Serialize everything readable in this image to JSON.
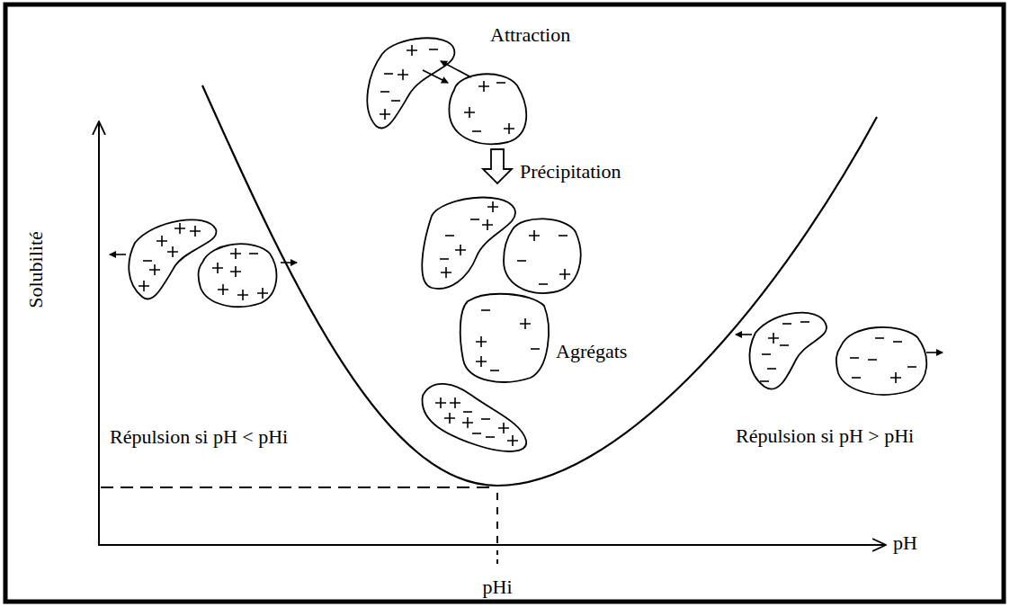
{
  "diagram": {
    "labels": [
      "Attraction",
      "Précipitation",
      "Agrégats",
      "Solubilité",
      "pH",
      "pHi",
      "Répulsion si pH < pHi",
      "Répulsion si pH > pHi"
    ]
  }
}
